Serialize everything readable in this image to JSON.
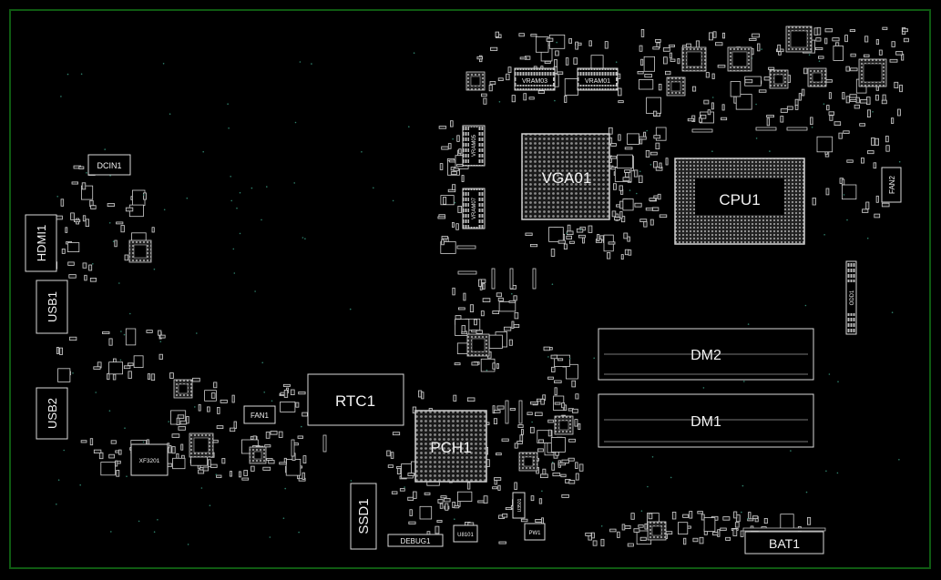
{
  "board": {
    "border_color": "#0f5a12",
    "background": "#000000",
    "outline_color": "#d9d9d9",
    "fill_color": "#111111"
  },
  "labels": {
    "dcin1": "DCIN1",
    "hdmi1": "HDMI1",
    "usb1": "USB1",
    "usb2": "USB2",
    "fan1": "FAN1",
    "xf3201": "XF3201",
    "rtc1": "RTC1",
    "pch1": "PCH1",
    "ssd1": "SSD1",
    "debug1": "DEBUG1",
    "u8101": "U8101",
    "u3501": "U3501",
    "pw1": "PW1",
    "bat1": "BAT1",
    "dm1": "DM1",
    "dm2": "DM2",
    "odd1": "ODD1",
    "fan2": "FAN2",
    "cpu1": "CPU1",
    "vga01": "VGA01",
    "vram03": "VRAM03",
    "vram01": "VRAM01",
    "vram05": "VRAM05",
    "vram07": "VRAM07"
  }
}
